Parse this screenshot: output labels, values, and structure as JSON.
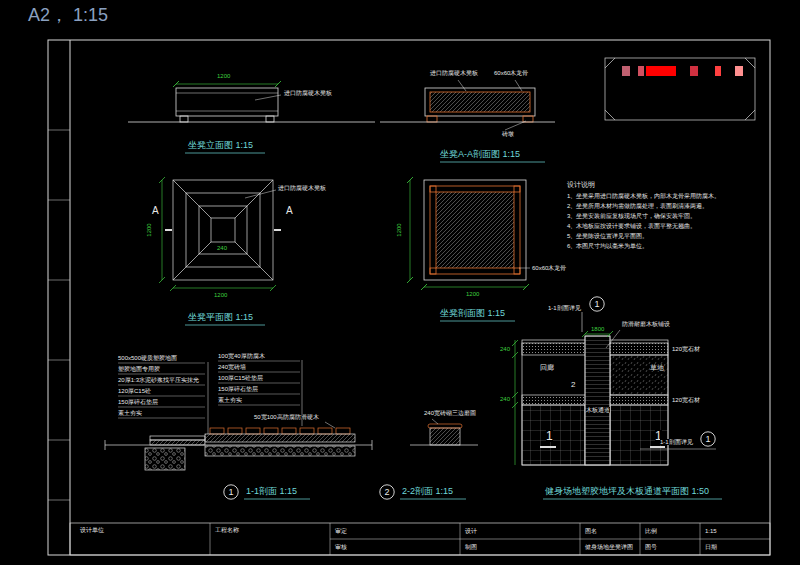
{
  "diagram": {
    "nodes": [
      {
        "text": [
          "1"
        ]
      },
      {
        "text": [
          "2"
        ]
      },
      {
        "text": [
          "1"
        ]
      },
      {
        "text": [
          "1"
        ]
      }
    ],
    "labels": [
      "A2，  1:15",
      "1200",
      "进口防腐硬木凳板",
      "坐凳立面图  1:15",
      "进口防腐硬木凳板",
      "60x60木龙骨",
      "砖墩",
      "坐凳A-A剖面图  1:15",
      "A",
      "A",
      "1200",
      "240",
      "进口防腐硬木凳板",
      "1200",
      "坐凳平面图  1:15",
      "1200",
      "60x60木龙骨",
      "1200",
      "坐凳剖面图  1:15",
      "设计说明",
      "1、坐凳采用进口防腐硬木凳板，内部木龙骨采用防腐木。",
      "2、坐凳所用木材均需做防腐处理，表面刷清漆两遍。",
      "3、坐凳安装前应复核现场尺寸，确保安装牢固。",
      "4、木地板应按设计要求铺设，表面平整无翘曲。",
      "5、坐凳陈设位置详见平面图。",
      "6、本图尺寸均以毫米为单位。",
      "500x500硬质塑胶地面",
      "塑胶地面专用胶",
      "20厚1:3水泥砂浆找平压实抹光",
      "120厚C15砼",
      "150厚碎石垫层",
      "素土夯实",
      "100宽40厚防腐木",
      "240宽砖墙",
      "100厚C15砼垫层",
      "150厚碎石垫层",
      "素土夯实",
      "50宽100高防腐防滑硬木",
      "240宽砖砌三边磨圆",
      "1-1剖面  1:15",
      "2-2剖面  1:15",
      "1-1剖面详见",
      "1800",
      "防滑耐磨木板铺设",
      "回廊",
      "草地",
      "120宽石材",
      "木板通道",
      "120宽石材",
      "1",
      "1",
      "2",
      "1-1剖面详见",
      "健身场地塑胶地坪及木板通道平面图  1:50",
      "240",
      "240",
      "设计单位",
      "工程名称",
      "审定",
      "审核",
      "设计",
      "制图",
      "图名",
      "比例",
      "1:15",
      "图号",
      "健身场地坐凳详图",
      "日期"
    ]
  }
}
